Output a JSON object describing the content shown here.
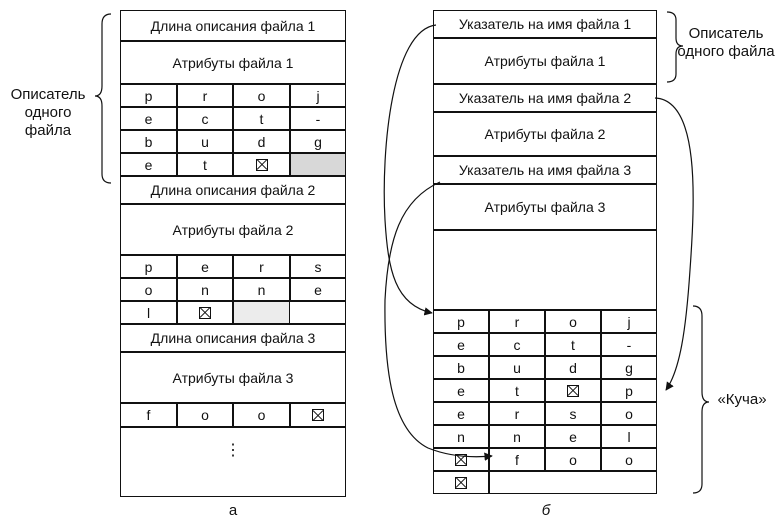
{
  "left": {
    "len1": "Длина описания файла 1",
    "attr1": "Атрибуты файла 1",
    "name1": [
      [
        "p",
        "r",
        "o",
        "j"
      ],
      [
        "e",
        "c",
        "t",
        "-"
      ],
      [
        "b",
        "u",
        "d",
        "g"
      ],
      [
        "e",
        "t",
        "",
        ""
      ]
    ],
    "len2": "Длина описания файла 2",
    "attr2": "Атрибуты файла 2",
    "name2": [
      [
        "p",
        "e",
        "r",
        "s"
      ],
      [
        "o",
        "n",
        "n",
        "e"
      ],
      [
        "l",
        "",
        ""
      ]
    ],
    "len3": "Длина описания файла 3",
    "attr3": "Атрибуты файла 3",
    "name3": [
      [
        "f",
        "o",
        "o",
        ""
      ]
    ],
    "dots": "⋮",
    "brace_label": "Описатель одного файла",
    "caption": "а"
  },
  "right": {
    "ptr1": "Указатель на имя файла 1",
    "attr1": "Атрибуты файла 1",
    "ptr2": "Указатель на имя файла 2",
    "attr2": "Атрибуты файла 2",
    "ptr3": "Указатель на имя файла 3",
    "attr3": "Атрибуты файла 3",
    "heap": [
      [
        "p",
        "r",
        "o",
        "j"
      ],
      [
        "e",
        "c",
        "t",
        "-"
      ],
      [
        "b",
        "u",
        "d",
        "g"
      ],
      [
        "e",
        "t",
        "",
        "p"
      ],
      [
        "e",
        "r",
        "s",
        "o"
      ],
      [
        "n",
        "n",
        "e",
        "l"
      ],
      [
        "",
        "f",
        "o",
        "o"
      ],
      [
        ""
      ]
    ],
    "brace_label": "Описатель одного файла",
    "heap_label": "«Куча»",
    "caption": "б"
  }
}
